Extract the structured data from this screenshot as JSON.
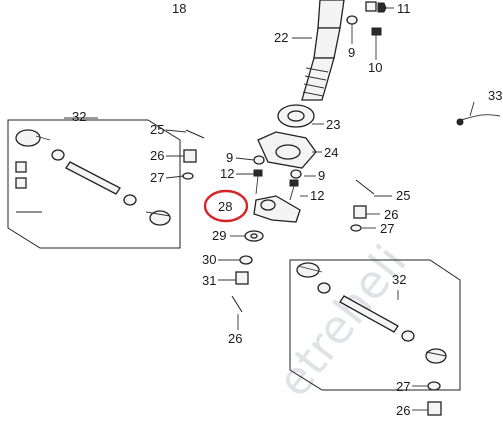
{
  "callouts": {
    "c18": "18",
    "c11": "11",
    "c22": "22",
    "c9_top": "9",
    "c10": "10",
    "c23": "23",
    "c24": "24",
    "c33": "33",
    "c32_left": "32",
    "c25_left": "25",
    "c26_left": "26",
    "c27_left": "27",
    "c9_mid": "9",
    "c12_left": "12",
    "c9_right": "9",
    "c12_right": "12",
    "c28": "28",
    "c29": "29",
    "c30": "30",
    "c31": "31",
    "c26_bottom": "26",
    "c25_right": "25",
    "c26_right": "26",
    "c27_right": "27",
    "c32_right": "32",
    "c27_bottom": "27",
    "c26_lower": "26"
  },
  "highlight": {
    "target": "28",
    "color": "#d8232a"
  },
  "watermark": "etreheli"
}
